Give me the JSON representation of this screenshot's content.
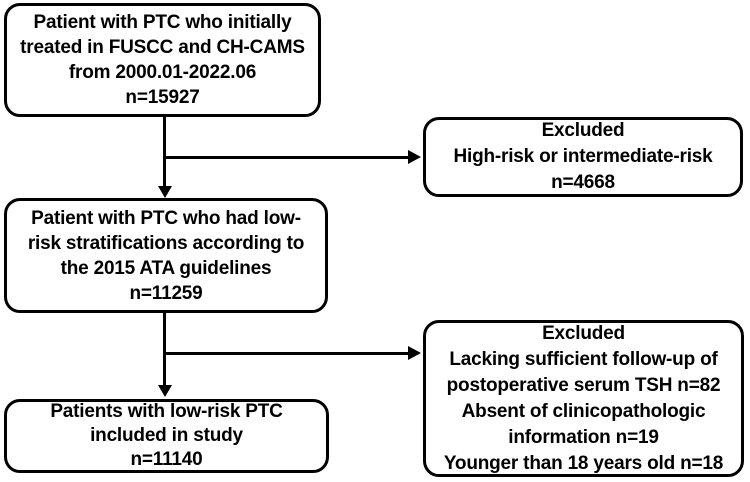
{
  "styles": {
    "background": "#ffffff",
    "stroke_color": "#000000",
    "text_color": "#000000"
  },
  "nodes": {
    "initial": {
      "lines": [
        "Patient with PTC who initially",
        "treated in FUSCC and CH-CAMS",
        "from 2000.01-2022.06",
        "n=15927"
      ]
    },
    "excluded_risk": {
      "lines": [
        "Excluded",
        "High-risk or intermediate-risk",
        "n=4668"
      ]
    },
    "low_risk": {
      "lines": [
        "Patient with PTC who had low-",
        "risk stratifications according to",
        "the 2015 ATA guidelines",
        "n=11259"
      ]
    },
    "excluded_other": {
      "lines": [
        "Excluded",
        "Lacking sufficient follow-up of",
        "postoperative serum TSH n=82",
        "Absent of clinicopathologic",
        "information n=19",
        "Younger than 18 years old n=18"
      ]
    },
    "included": {
      "lines": [
        "Patients with low-risk PTC",
        "included in study",
        "n=11140"
      ]
    }
  }
}
